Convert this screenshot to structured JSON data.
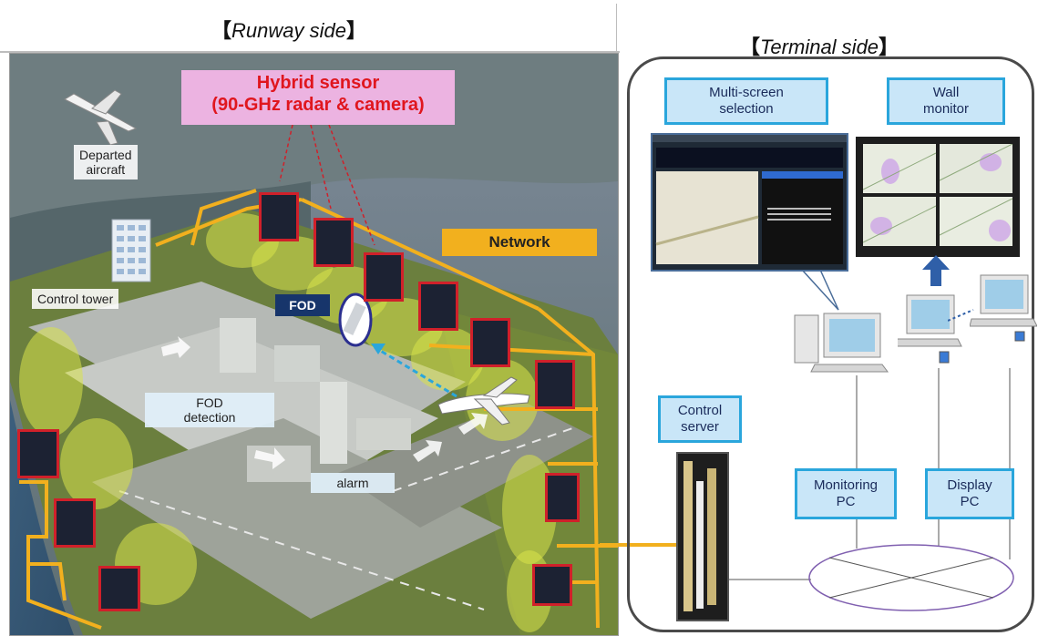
{
  "headers": {
    "runway": "Runway side",
    "terminal": "Terminal side",
    "bracket_open": "【",
    "bracket_close": "】"
  },
  "runway": {
    "sensor_title_1": "Hybrid sensor",
    "sensor_title_2": "(90-GHz radar & camera)",
    "departed_1": "Departed",
    "departed_2": "aircraft",
    "control_tower": "Control tower",
    "network": "Network",
    "fod": "FOD",
    "fod_detection_1": "FOD",
    "fod_detection_2": "detection",
    "alarm": "alarm"
  },
  "terminal": {
    "multi_screen_1": "Multi-screen",
    "multi_screen_2": "selection",
    "wall_monitor_1": "Wall",
    "wall_monitor_2": "monitor",
    "control_server_1": "Control",
    "control_server_2": "server",
    "monitoring_pc_1": "Monitoring",
    "monitoring_pc_2": "PC",
    "display_pc_1": "Display",
    "display_pc_2": "PC"
  },
  "colors": {
    "network_line": "#f2b01e",
    "sensor_border": "#d0202a",
    "sensor_title": "#e0161e",
    "sensor_bg": "#f2b6e6",
    "box_fill": "#c9e6f8",
    "box_border": "#2aa6dc",
    "coverage": "#d8e34a"
  }
}
